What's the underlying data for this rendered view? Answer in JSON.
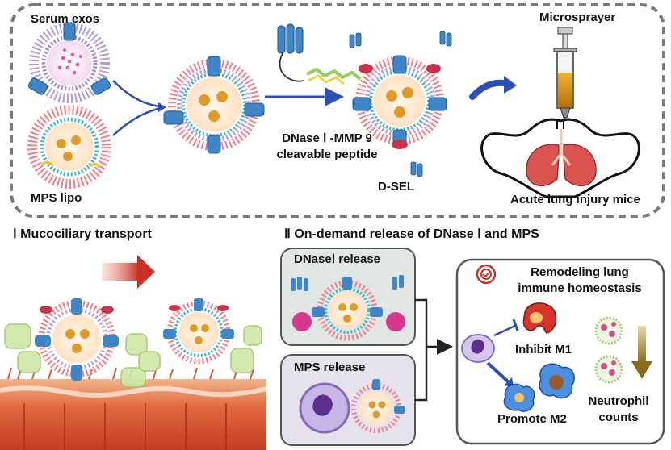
{
  "top_panel": {
    "serum_exos": "Serum exos",
    "mps_lipo": "MPS lipo",
    "linker_line1": "DNase Ⅰ -MMP 9",
    "linker_line2": "cleavable peptide",
    "dsel": "D-SEL",
    "microsprayer": "Microsprayer",
    "mice": "Acute lung injury mice"
  },
  "section1": {
    "title": "Ⅰ  Mucociliary transport"
  },
  "section2": {
    "title": "Ⅱ On-demand release of DNase Ⅰ and MPS",
    "dnase_release": "DNaseⅠ  release",
    "mps_release": "MPS release",
    "remodel_line1": "Remodeling lung",
    "remodel_line2": "immune homeostasis",
    "inhibit": "Inhibit M1",
    "promote": "Promote M2",
    "neutrophil_line1": "Neutrophil",
    "neutrophil_line2": "counts"
  },
  "colors": {
    "panel_border": "#7a7a7a",
    "arrow_blue": "#2b4fb5",
    "protein_blue": "#3f86c6",
    "lung_red": "#d9534f",
    "box_fill": "#dfe6e4"
  }
}
